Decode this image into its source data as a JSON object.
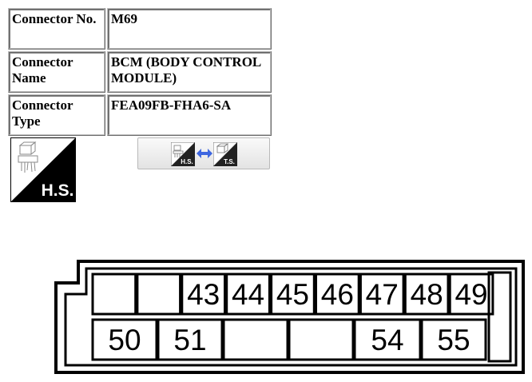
{
  "connector_info": {
    "rows": [
      {
        "label": "Connector No.",
        "value": "M69"
      },
      {
        "label": "Connector Name",
        "value": "BCM (BODY CONTROL MODULE)"
      },
      {
        "label": "Connector Type",
        "value": "FEA09FB-FHA6-SA"
      }
    ]
  },
  "view_icon": {
    "icon": "harness-side-icon",
    "label": "H.S."
  },
  "toggle": {
    "icon": "hs-ts-swap-icon",
    "left_label": "H.S.",
    "right_label": "T.S."
  },
  "terminals": {
    "top_row": [
      "",
      "",
      "43",
      "44",
      "45",
      "46",
      "47",
      "48",
      "49"
    ],
    "bottom_row": [
      "50",
      "51",
      "",
      "",
      "54",
      "55"
    ]
  }
}
